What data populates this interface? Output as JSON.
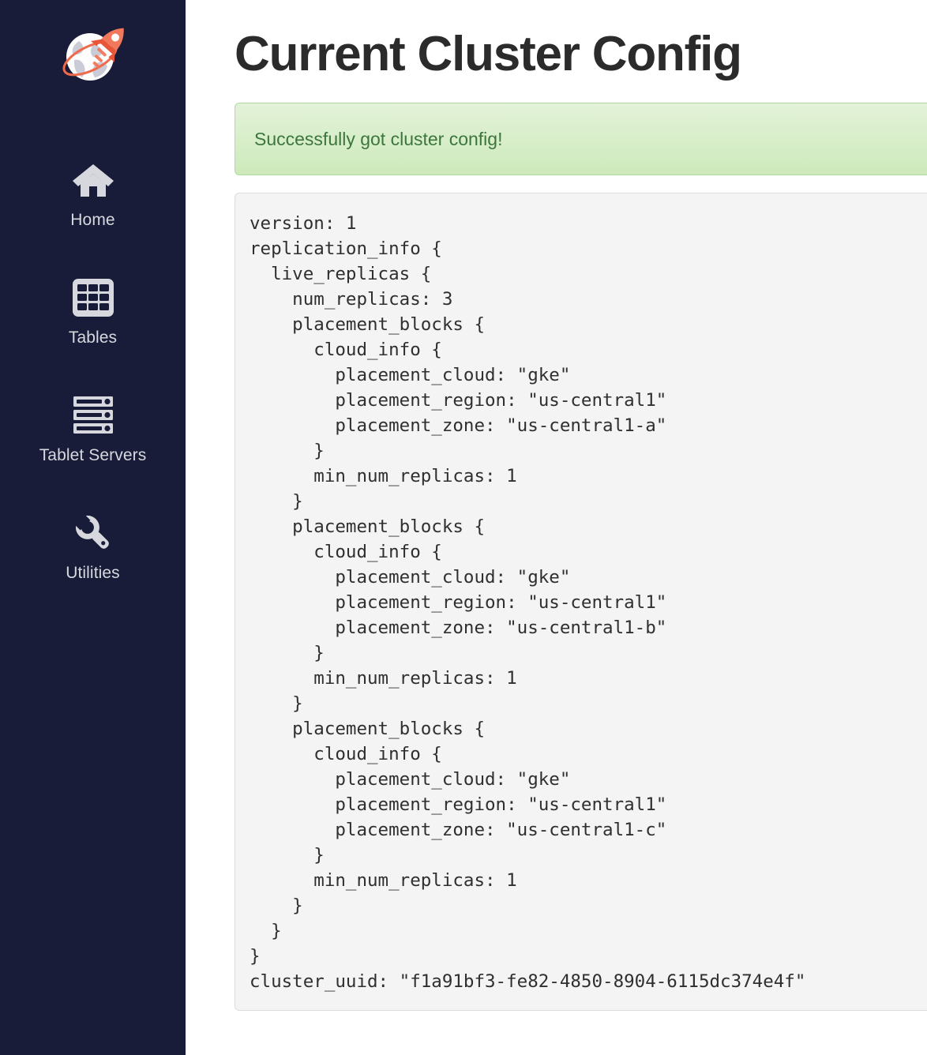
{
  "sidebar": {
    "logo": {
      "icon": "yugabyte-rocket-globe-logo",
      "alt": "YugabyteDB"
    },
    "items": [
      {
        "label": "Home",
        "icon": "home-icon"
      },
      {
        "label": "Tables",
        "icon": "table-grid-icon"
      },
      {
        "label": "Tablet Servers",
        "icon": "server-rack-icon"
      },
      {
        "label": "Utilities",
        "icon": "wrench-icon"
      }
    ]
  },
  "main": {
    "title": "Current Cluster Config",
    "alert": {
      "message": "Successfully got cluster config!",
      "type": "success"
    },
    "config_text": "version: 1\nreplication_info {\n  live_replicas {\n    num_replicas: 3\n    placement_blocks {\n      cloud_info {\n        placement_cloud: \"gke\"\n        placement_region: \"us-central1\"\n        placement_zone: \"us-central1-a\"\n      }\n      min_num_replicas: 1\n    }\n    placement_blocks {\n      cloud_info {\n        placement_cloud: \"gke\"\n        placement_region: \"us-central1\"\n        placement_zone: \"us-central1-b\"\n      }\n      min_num_replicas: 1\n    }\n    placement_blocks {\n      cloud_info {\n        placement_cloud: \"gke\"\n        placement_region: \"us-central1\"\n        placement_zone: \"us-central1-c\"\n      }\n      min_num_replicas: 1\n    }\n  }\n}\ncluster_uuid: \"f1a91bf3-fe82-4850-8904-6115dc374e4f\"",
    "config_values": {
      "version": 1,
      "num_replicas": 3,
      "cluster_uuid": "f1a91bf3-fe82-4850-8904-6115dc374e4f",
      "placement_blocks": [
        {
          "placement_cloud": "gke",
          "placement_region": "us-central1",
          "placement_zone": "us-central1-a",
          "min_num_replicas": 1
        },
        {
          "placement_cloud": "gke",
          "placement_region": "us-central1",
          "placement_zone": "us-central1-b",
          "min_num_replicas": 1
        },
        {
          "placement_cloud": "gke",
          "placement_region": "us-central1",
          "placement_zone": "us-central1-c",
          "min_num_replicas": 1
        }
      ]
    }
  },
  "colors": {
    "sidebar_bg": "#181c38",
    "sidebar_text": "#d6d8de",
    "alert_bg": "#cdeabb",
    "alert_border": "#b3d9a2",
    "alert_text": "#3c763d",
    "code_bg": "#f4f4f4",
    "accent_orange": "#ef6a4b",
    "title_text": "#2b2b2b"
  }
}
